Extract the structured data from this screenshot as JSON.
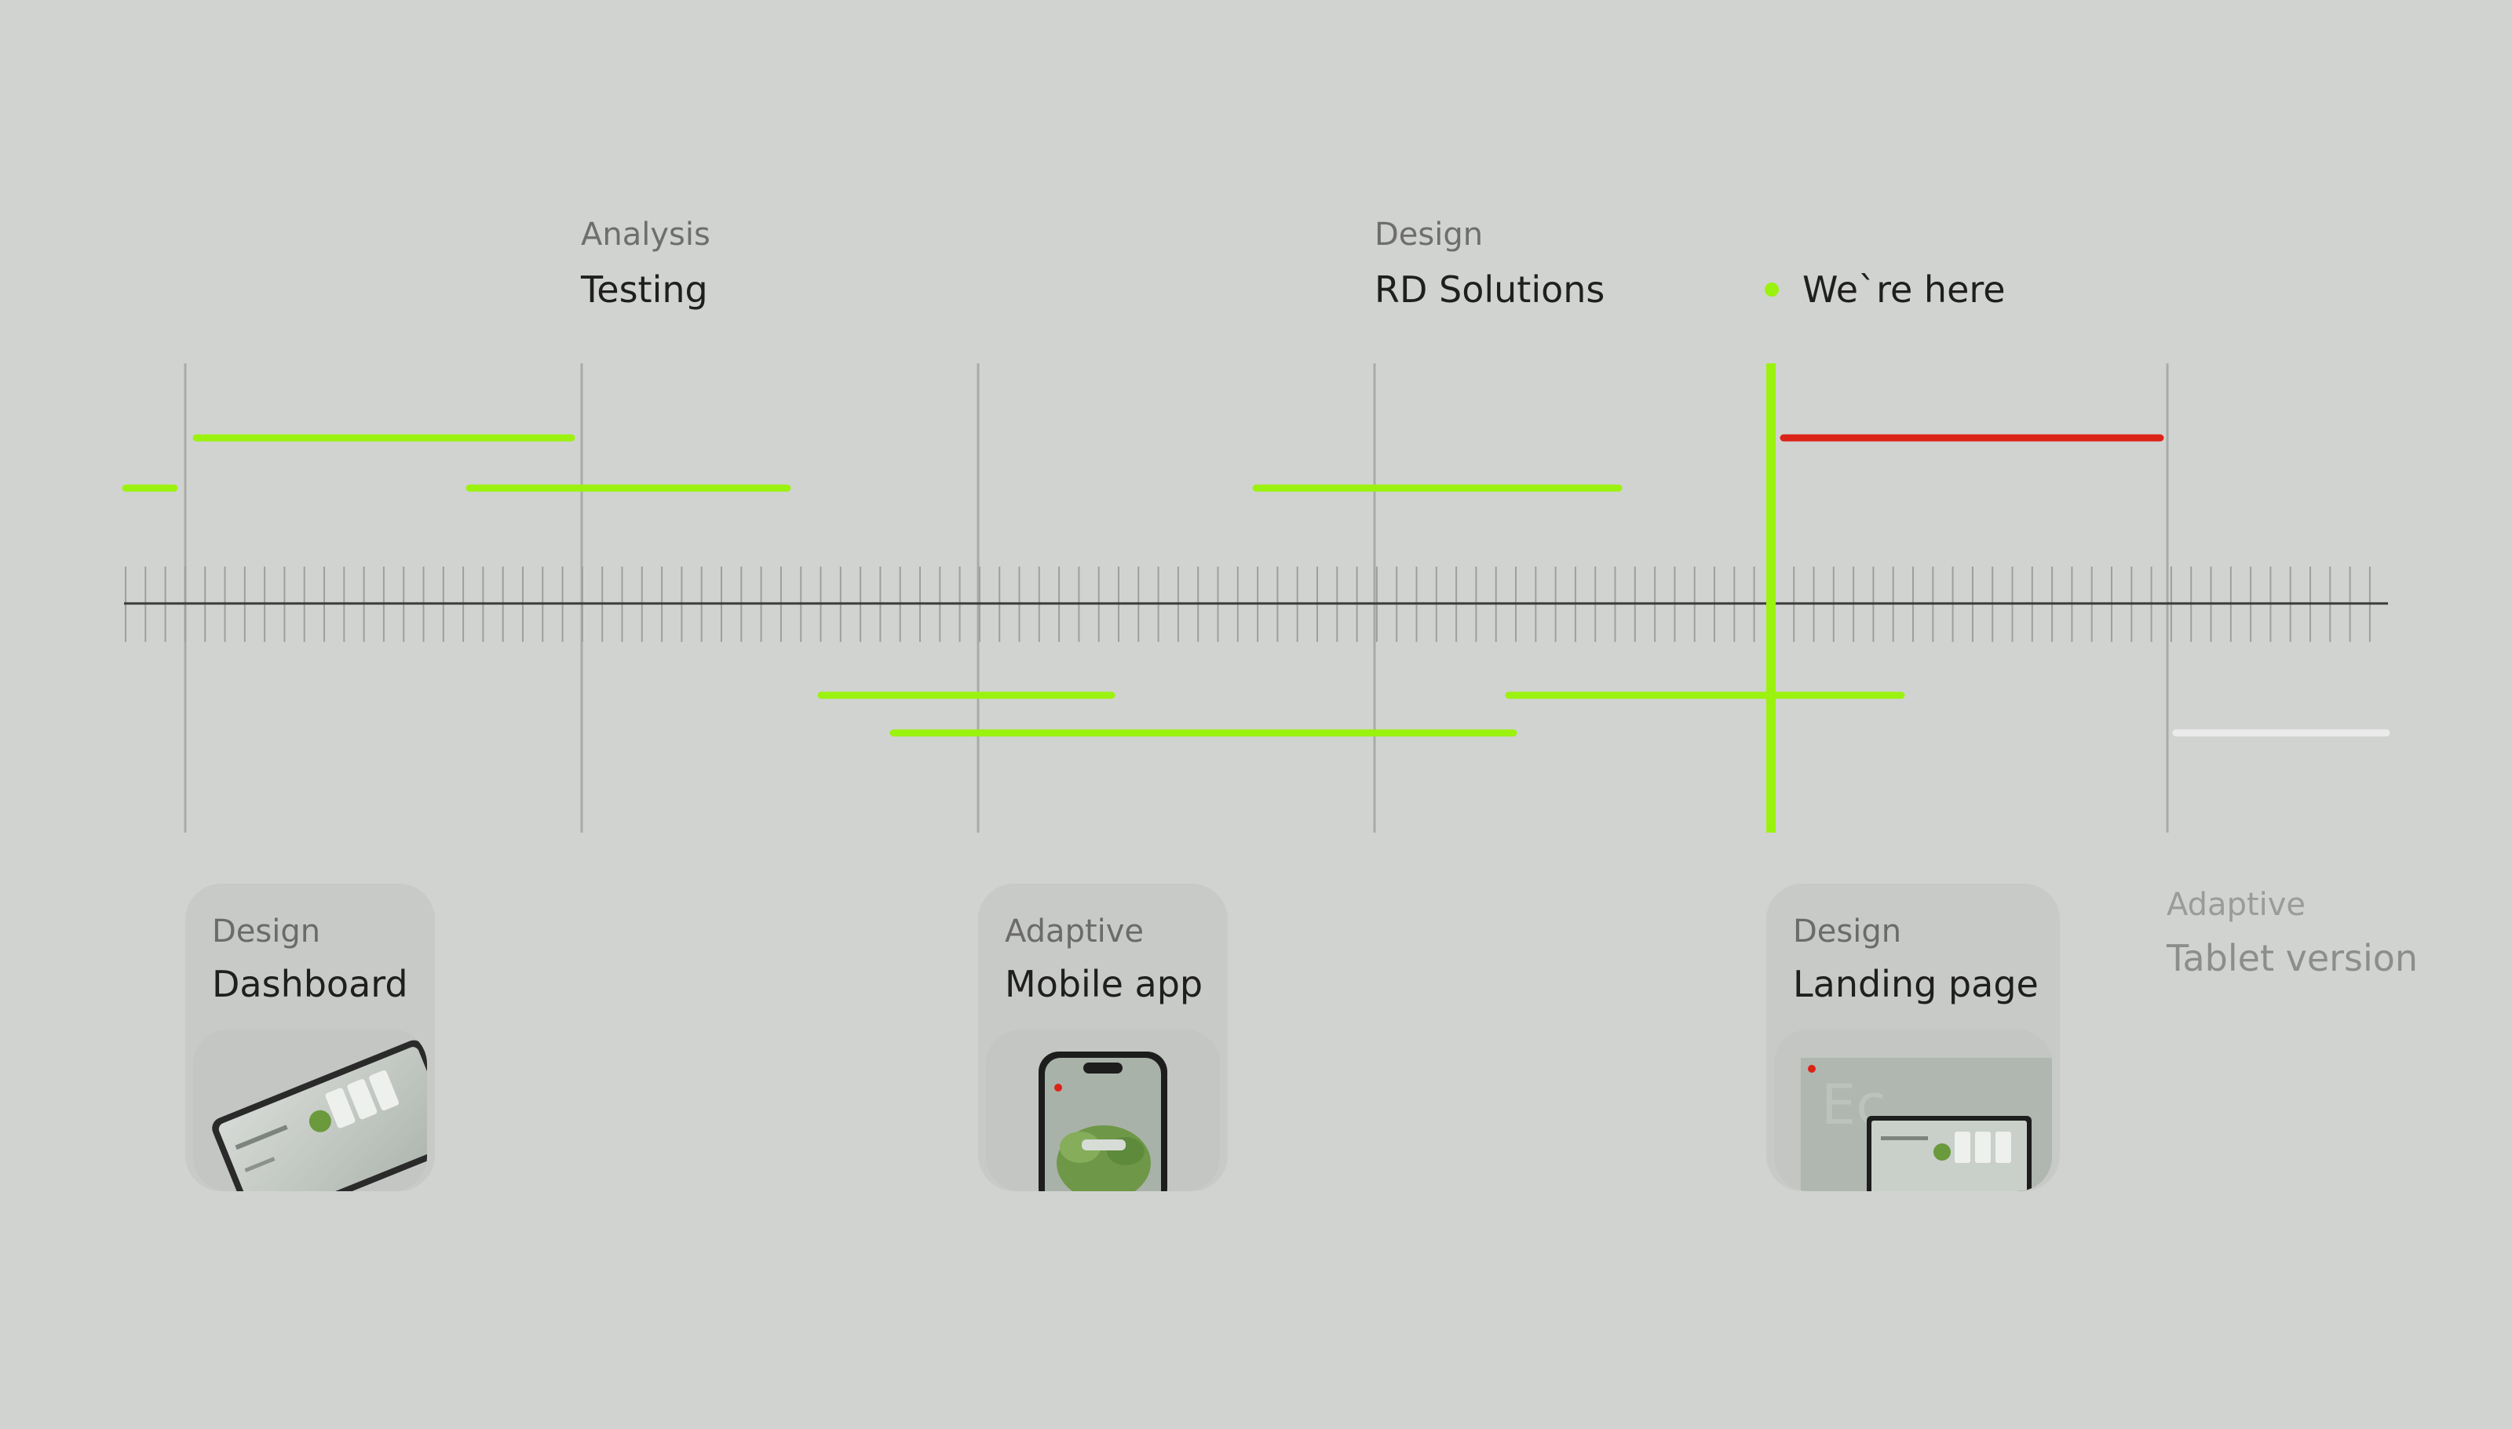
{
  "phases": [
    {
      "category": "Analysis",
      "title": "Testing"
    },
    {
      "category": "Design",
      "title": "RD Solutions"
    }
  ],
  "marker": {
    "label": "We`re here"
  },
  "cards": [
    {
      "category": "Design",
      "title": "Dashboard",
      "image": "tablet-dashboard-mockup"
    },
    {
      "category": "Adaptive",
      "title": "Mobile app",
      "image": "phone-app-mockup"
    },
    {
      "category": "Design",
      "title": "Landing page",
      "image": "laptop-landing-mockup"
    },
    {
      "category": "Adaptive",
      "title": "Tablet version"
    }
  ],
  "colors": {
    "background": "#d1d3d0",
    "progress": "#9bf20e",
    "overdue": "#dc2318",
    "upcoming": "#ebebeb",
    "axis": "#3a3a3a",
    "gridline": "#a9aba8"
  }
}
